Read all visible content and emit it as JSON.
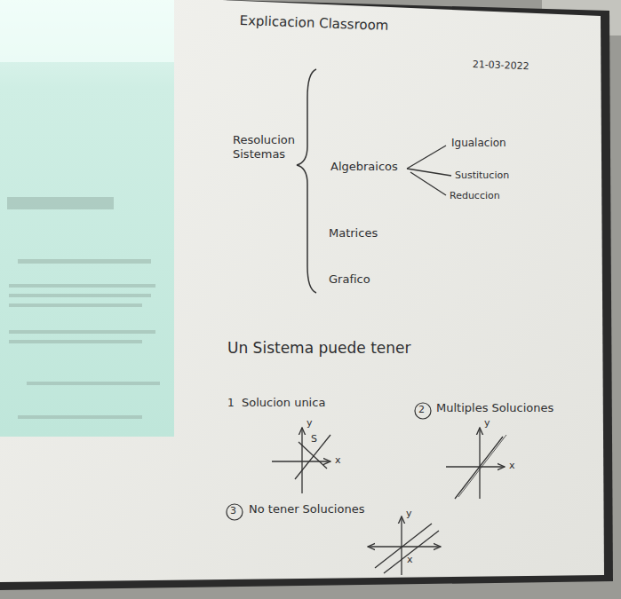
{
  "diagram": {
    "title": "Explicacion Classroom",
    "labels": [
      "21-03-2022",
      "Resolucion Sistemas",
      "Algebraicos",
      "Igualacion",
      "Sustitucion",
      "Reduccion",
      "Matrices",
      "Grafico",
      "Un Sistema puede tener",
      "1",
      "Solucion unica",
      "y",
      "S",
      "x",
      "2",
      "Multiples Soluciones",
      "y",
      "x",
      "3",
      "No tener Soluciones",
      "y",
      "x"
    ]
  }
}
